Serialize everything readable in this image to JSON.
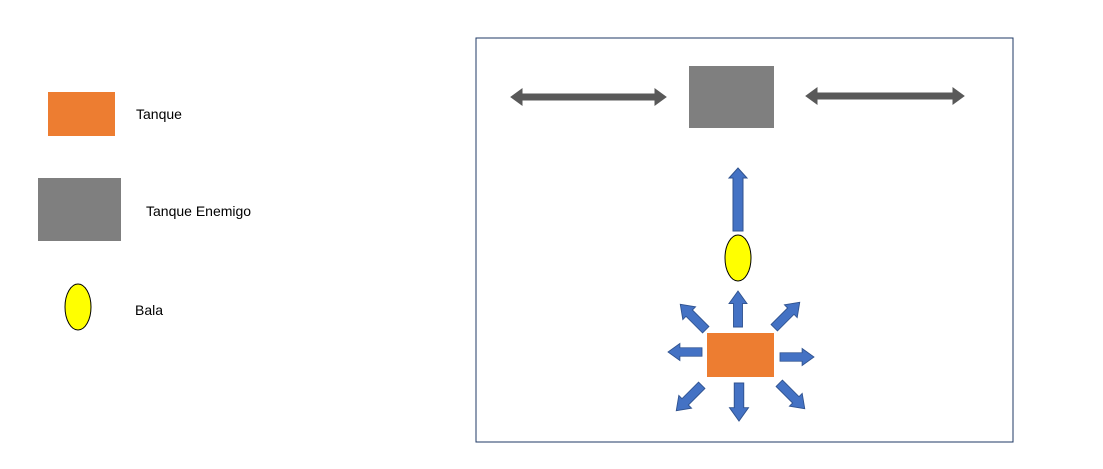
{
  "colors": {
    "tank": "#ED7D31",
    "enemy_tank": "#7F7F7F",
    "bullet": "#FFFF00",
    "bullet_outline": "#000000",
    "movement_arrow": "#4472C4",
    "movement_arrow_outline": "#2F528F",
    "enemy_arrow": "#595959",
    "board_border": "#1F3864"
  },
  "legend": {
    "tank": {
      "label": "Tanque",
      "icon": "orange-rectangle"
    },
    "enemy_tank": {
      "label": "Tanque Enemigo",
      "icon": "gray-rectangle"
    },
    "bullet": {
      "label": "Bala",
      "icon": "yellow-ellipse"
    }
  },
  "board": {
    "tank_directions": [
      "up",
      "up-right",
      "right",
      "down-right",
      "down",
      "down-left",
      "left",
      "up-left"
    ],
    "bullet_direction": "up",
    "enemy_movement": "horizontal"
  }
}
